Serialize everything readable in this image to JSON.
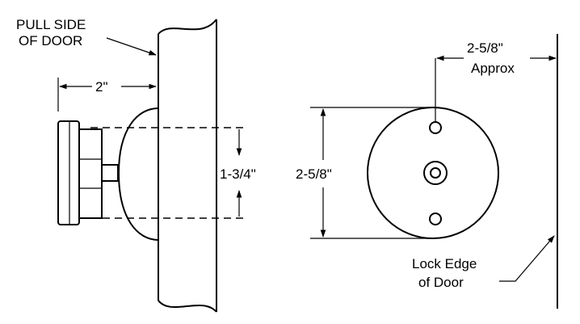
{
  "left_view": {
    "door_label_line1": "PULL SIDE",
    "door_label_line2": "OF DOOR",
    "projection": "2\"",
    "height": "1-3/4\""
  },
  "right_view": {
    "diameter": "2-5/8\"",
    "offset_line1": "2-5/8\"",
    "offset_line2": "Approx",
    "edge_label_line1": "Lock Edge",
    "edge_label_line2": "of Door"
  }
}
